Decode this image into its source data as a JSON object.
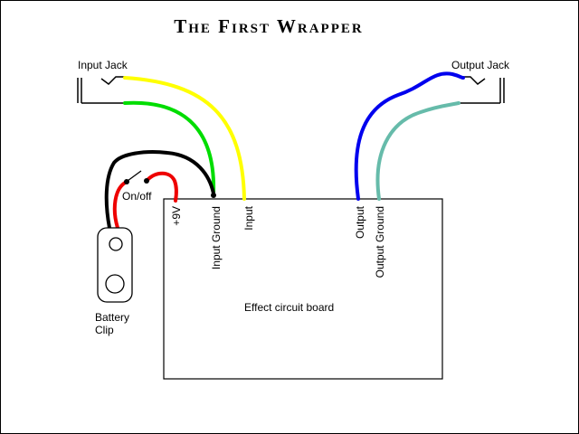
{
  "title": "The First Wrapper",
  "labels": {
    "input_jack": "Input Jack",
    "output_jack": "Output Jack",
    "on_off": "On/off",
    "battery_line1": "Battery",
    "battery_line2": "Clip",
    "effect_board": "Effect circuit board",
    "plus_9v": "+9V",
    "input_ground": "Input Ground",
    "input": "Input",
    "output": "Output",
    "output_ground": "Output Ground"
  },
  "colors": {
    "yellow_wire": "#ffff00",
    "green_wire": "#00dd00",
    "red_wire": "#ee0000",
    "black_wire": "#000000",
    "blue_wire": "#0000ee",
    "teal_wire": "#66bbaa"
  }
}
